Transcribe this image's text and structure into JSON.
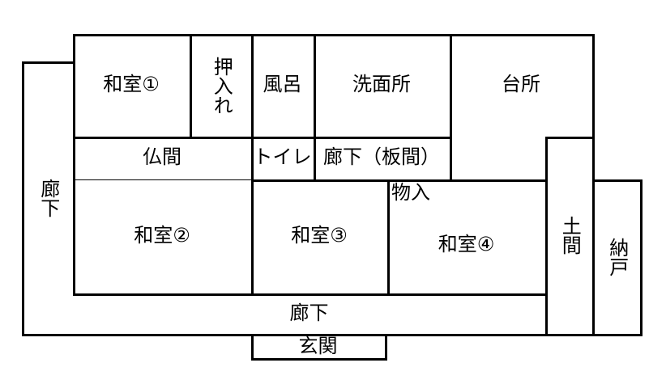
{
  "diagram": {
    "kind": "japanese-house-floor-plan"
  },
  "rooms": {
    "washitsu1": {
      "label": "和室①"
    },
    "oshiire": {
      "label": "押入れ",
      "orientation": "vertical"
    },
    "furo": {
      "label": "風呂"
    },
    "senmenjo": {
      "label": "洗面所"
    },
    "daidokoro": {
      "label": "台所"
    },
    "butsuma": {
      "label": "仏間"
    },
    "toire": {
      "label": "トイレ"
    },
    "rouka_itama": {
      "label": "廊下（板間）"
    },
    "rouka_left": {
      "label": "廊下",
      "orientation": "vertical"
    },
    "washitsu2": {
      "label": "和室②"
    },
    "washitsu3": {
      "label": "和室③"
    },
    "monoire": {
      "label": "物入"
    },
    "washitsu4": {
      "label": "和室④"
    },
    "doma": {
      "label": "土間",
      "orientation": "vertical"
    },
    "nando": {
      "label": "納戸",
      "orientation": "vertical"
    },
    "rouka_bottom": {
      "label": "廊下"
    },
    "genkan": {
      "label": "玄関"
    }
  },
  "colors": {
    "wall": "#000000",
    "background": "#ffffff",
    "text": "#000000"
  }
}
